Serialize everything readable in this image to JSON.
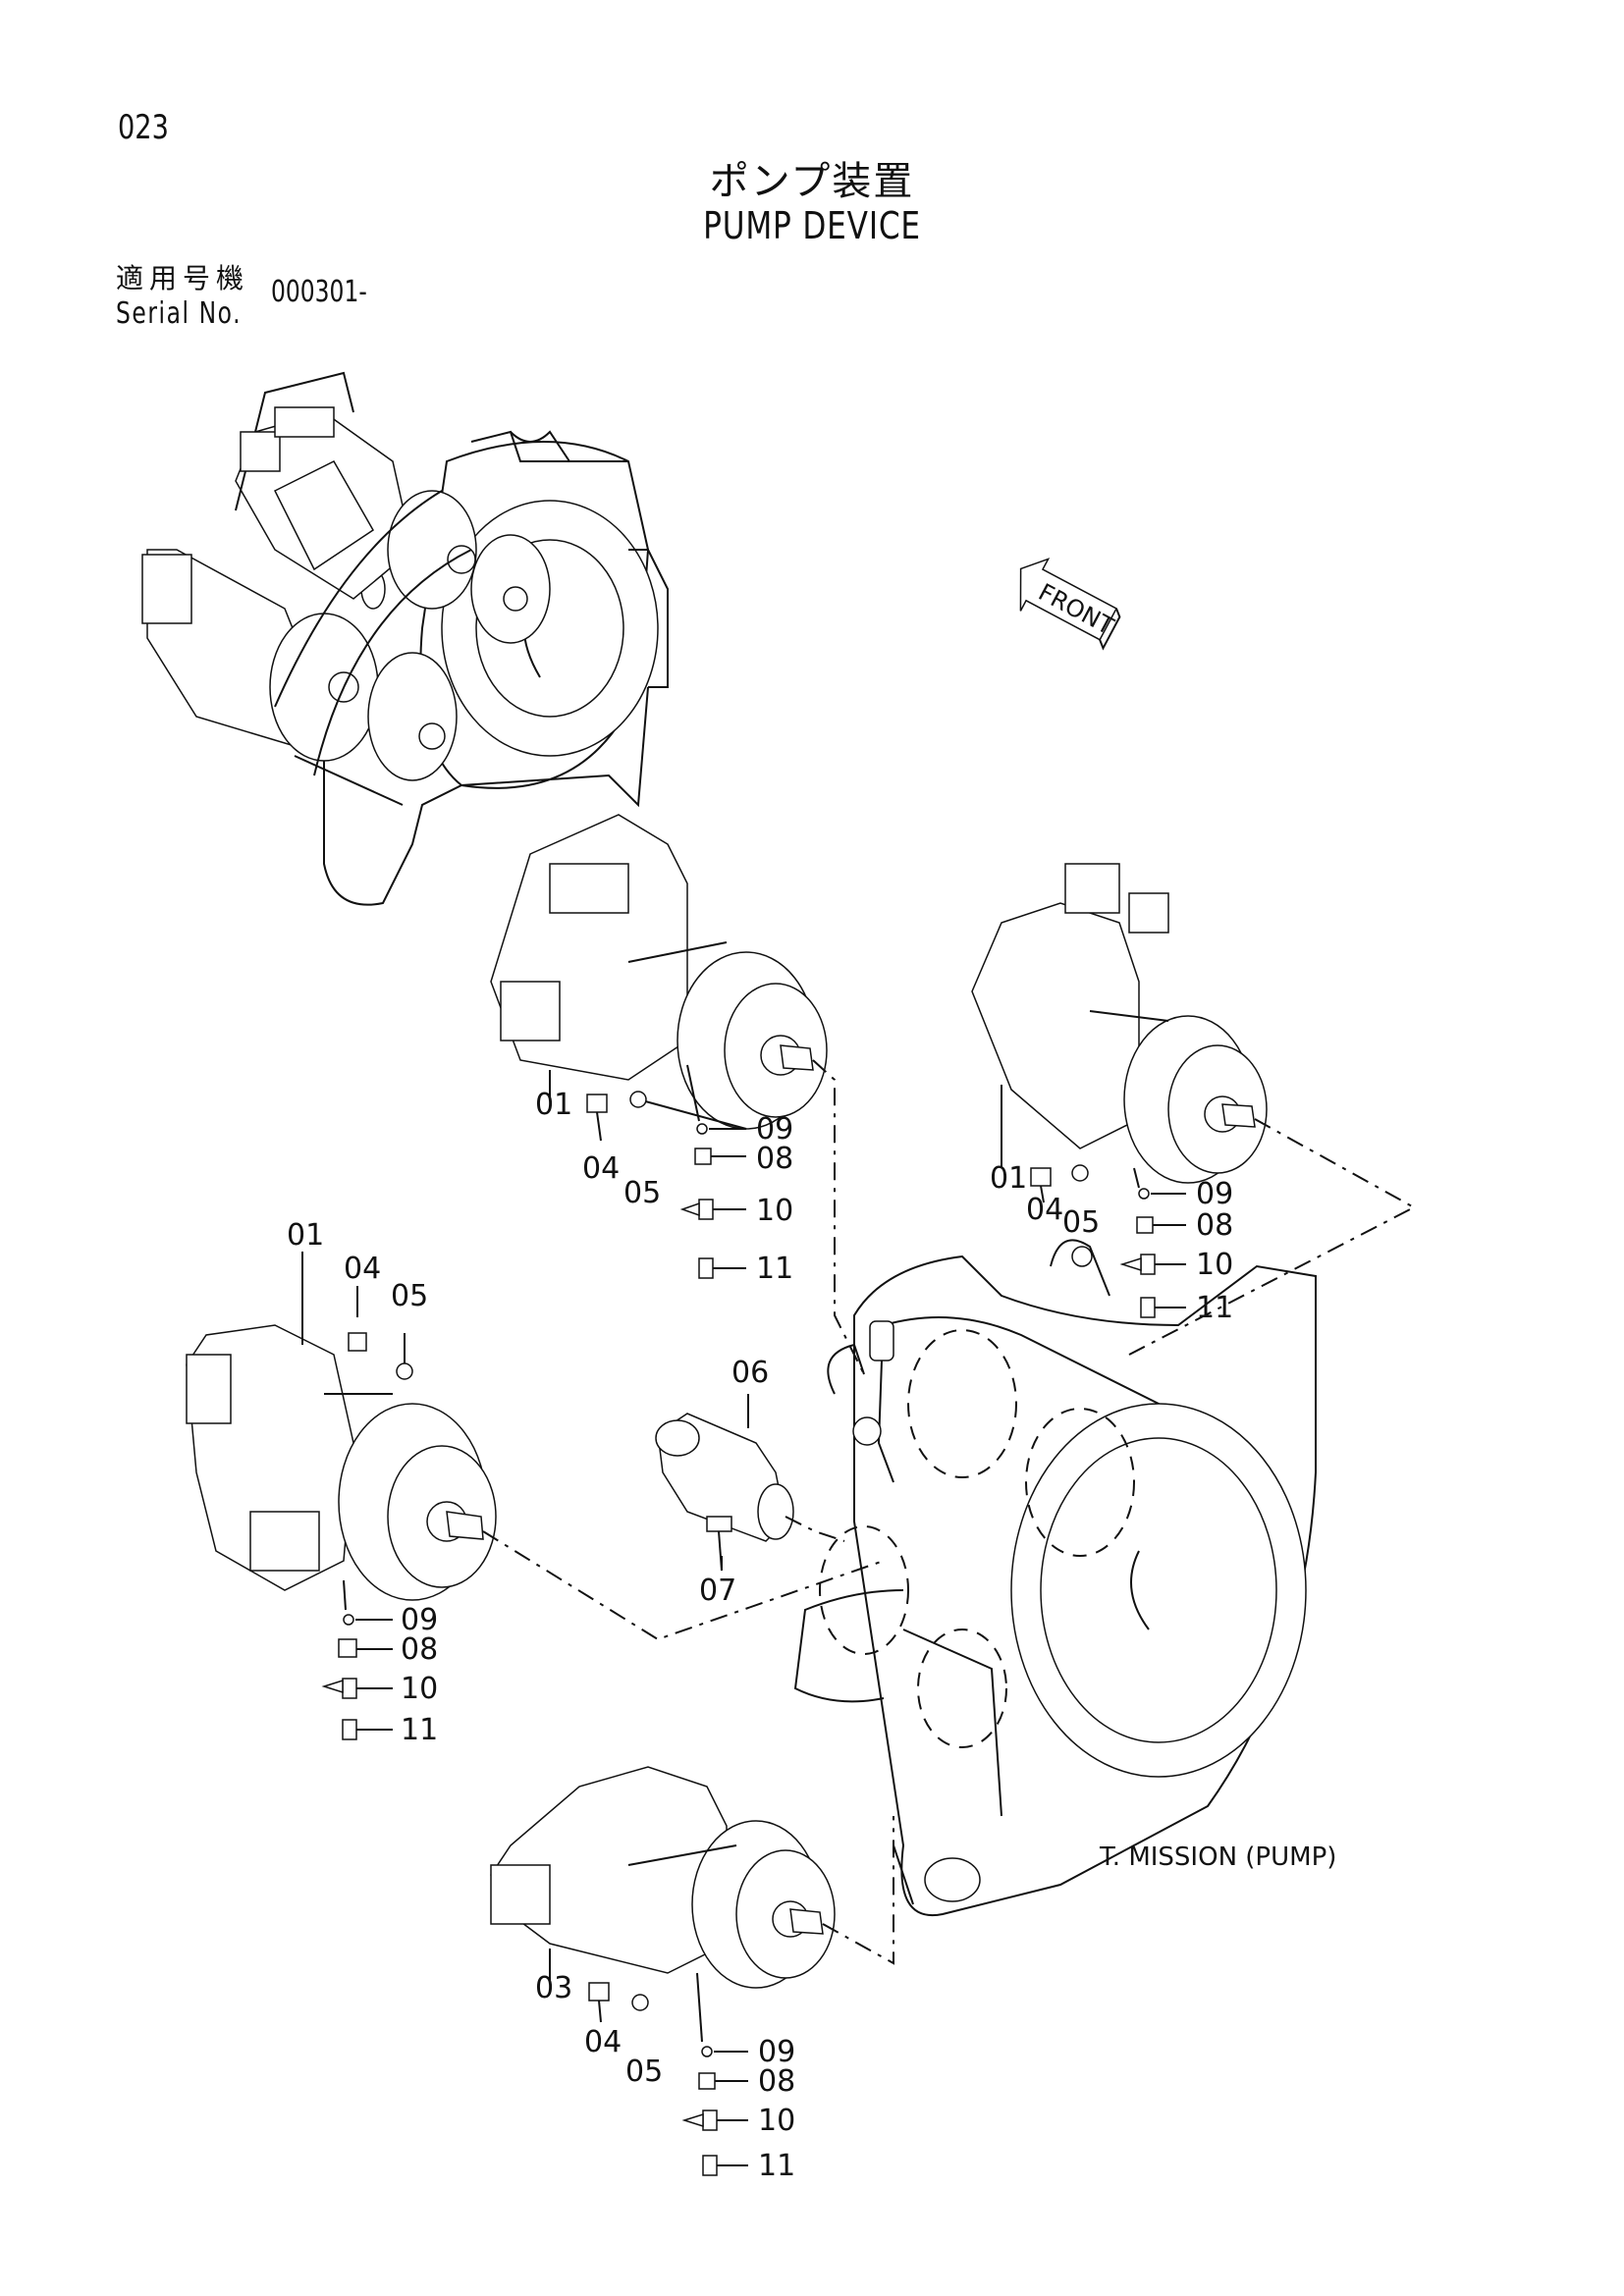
{
  "page_number": "023",
  "title_ja": "ポンプ装置",
  "title_en": "PUMP DEVICE",
  "serial": {
    "label_ja": "適用号機",
    "label_en": "Serial No.",
    "value": "000301-"
  },
  "front_label": "FRONT",
  "transmission_label": "T. MISSION (PUMP)",
  "callouts": {
    "p1": {
      "main": "01",
      "bolt": "04",
      "washer": "05",
      "c09": "09",
      "c08": "08",
      "c10": "10",
      "c11": "11"
    },
    "p2": {
      "main": "01",
      "bolt": "04",
      "washer": "05",
      "c09": "09",
      "c08": "08",
      "c10": "10",
      "c11": "11"
    },
    "p3": {
      "main": "01",
      "bolt": "04",
      "washer": "05",
      "c09": "09",
      "c08": "08",
      "c10": "10",
      "c11": "11"
    },
    "p4": {
      "main": "03",
      "bolt": "04",
      "washer": "05",
      "c09": "09",
      "c08": "08",
      "c10": "10",
      "c11": "11"
    },
    "gear_pump": "06",
    "gear_pump_bolt": "07"
  }
}
